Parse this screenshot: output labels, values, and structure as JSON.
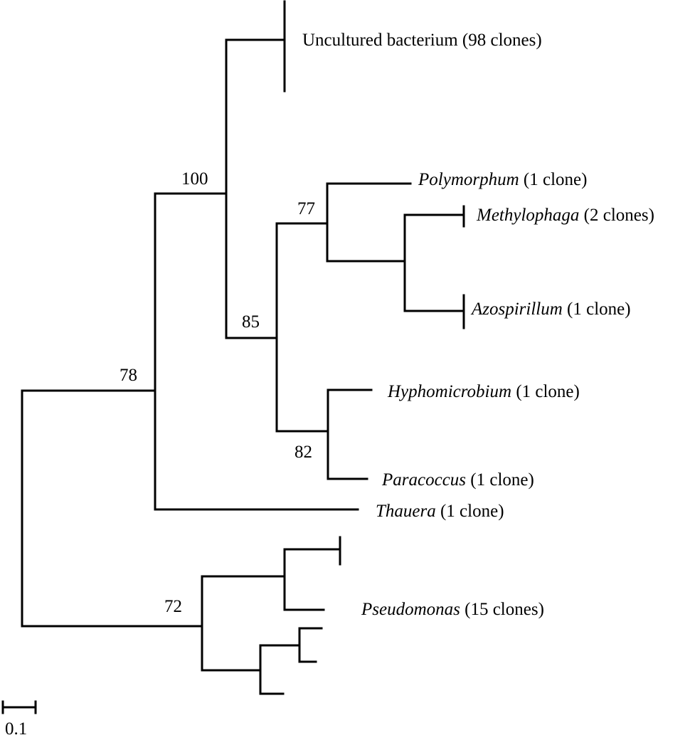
{
  "taxa": [
    {
      "id": "uncultured",
      "genus": "",
      "rest": "Uncultured bacterium (98 clones)"
    },
    {
      "id": "polymorphum",
      "genus": "Polymorphum",
      "rest": " (1 clone)"
    },
    {
      "id": "methylophaga",
      "genus": "Methylophaga",
      "rest": " (2 clones)"
    },
    {
      "id": "azospirillum",
      "genus": "Azospirillum",
      "rest": " (1 clone)"
    },
    {
      "id": "hyphomicrobium",
      "genus": "Hyphomicrobium",
      "rest": " (1 clone)"
    },
    {
      "id": "paracoccus",
      "genus": "Paracoccus",
      "rest": " (1 clone)"
    },
    {
      "id": "thauera",
      "genus": "Thauera",
      "rest": " (1 clone)"
    },
    {
      "id": "pseudomonas",
      "genus": "Pseudomonas",
      "rest": " (15 clones)"
    }
  ],
  "bootstrap": {
    "n100": "100",
    "n78": "78",
    "n77": "77",
    "n85": "85",
    "n82": "82",
    "n72": "72"
  },
  "scale_bar": {
    "label": "0.1"
  },
  "colors": {
    "line": "#000000",
    "text": "#000000",
    "background": "#ffffff"
  }
}
